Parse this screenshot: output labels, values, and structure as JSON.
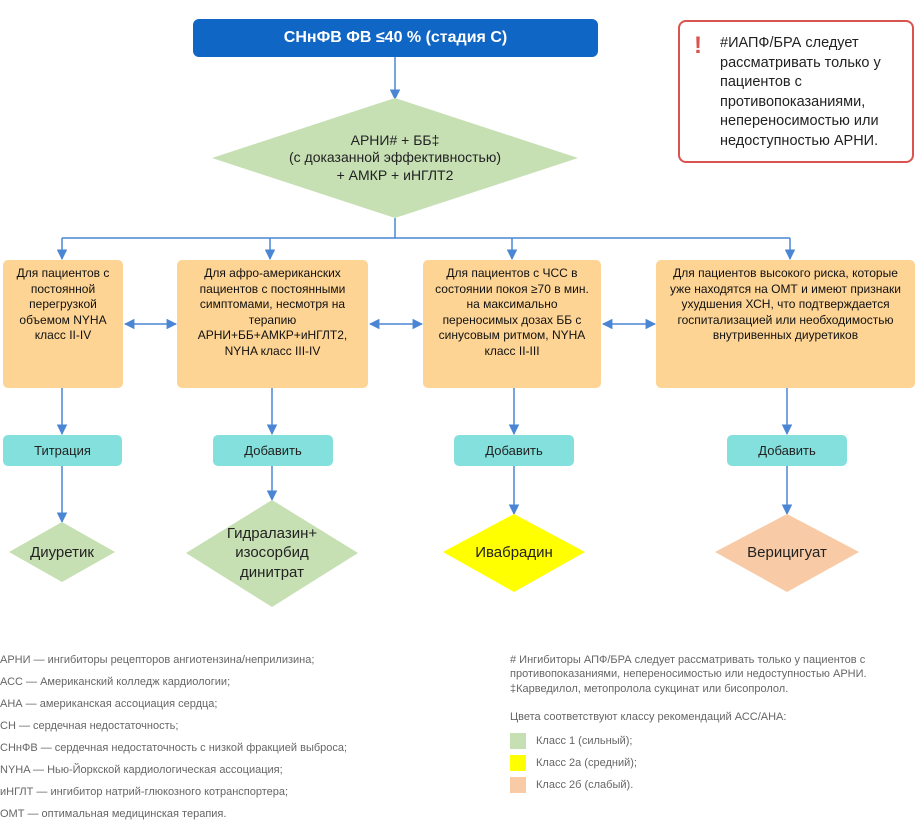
{
  "title": "СНнФВ ФВ ≤40 % (стадия С)",
  "top_diamond": {
    "line1": "АРНИ# + ББ‡",
    "line2": "(с доказанной эффективностью)",
    "line3": "+ АМКР + иНГЛТ2"
  },
  "note": {
    "icon": "exclamation-icon",
    "text": "#ИАПФ/БРА следует рассматривать только у пациентов с противопоказаниями, непереносимостью или недоступностью АРНИ."
  },
  "columns": [
    {
      "condition": "Для пациентов с постоянной перегрузкой объемом NYHA класс II-IV",
      "action": "Титрация",
      "result": "Диуретик"
    },
    {
      "condition": "Для афро-американских пациентов с постоянными симптомами, несмотря на терапию АРНИ+ББ+АМКР+иНГЛТ2, NYHA класс III-IV",
      "action": "Добавить",
      "result": "Гидралазин+ изосорбид динитрат"
    },
    {
      "condition": "Для пациентов с ЧСС в состоянии покоя ≥70 в мин. на максимально переносимых дозах ББ с синусовым ритмом, NYHA класс II-III",
      "action": "Добавить",
      "result": "Ивабрадин"
    },
    {
      "condition": "Для пациентов высокого риска, которые уже находятся на ОМТ и имеют признаки ухудшения ХСН, что подтверждается госпитализацией или необходимостью внутривенных диуретиков",
      "action": "Добавить",
      "result": "Верицигуат"
    }
  ],
  "abbreviations": [
    "АРНИ — ингибиторы рецепторов ангиотензина/неприлизина;",
    "АСС — Американский колледж кардиологии;",
    "АНА — американская ассоциация сердца;",
    "СН — сердечная недостаточность;",
    "СНнФВ — сердечная недостаточность с низкой фракцией выброса;",
    "NYHA — Нью-Йоркской кардиологическая ассоциация;",
    "иНГЛТ — ингибитор натрий-глюкозного котранспортера;",
    "ОМТ — оптимальная медицинская терапия."
  ],
  "footnote": "# Ингибиторы АПФ/БРА следует рассматривать только у пациентов с противопоказаниями, непереносимостью или недоступностью АРНИ. ‡Карведилол, метопролола сукцинат или бисопролол.",
  "colors_legend": {
    "title": "Цвета соответствуют классу рекомендаций АСС/АНА:",
    "items": [
      {
        "label": "Класс 1 (сильный);",
        "color": "#c6e0b4"
      },
      {
        "label": "Класс 2а (средний);",
        "color": "#ffff00"
      },
      {
        "label": "Класс 2б (слабый).",
        "color": "#f8cba6"
      }
    ]
  },
  "colors": {
    "primary": "#1066c4",
    "connector": "#4a86d4",
    "condition_box": "#fdd494",
    "action_box": "#83e0dc",
    "class1": "#c6e0b4",
    "class2a": "#ffff00",
    "class2b": "#f8cba6",
    "alert": "#d9534f"
  }
}
